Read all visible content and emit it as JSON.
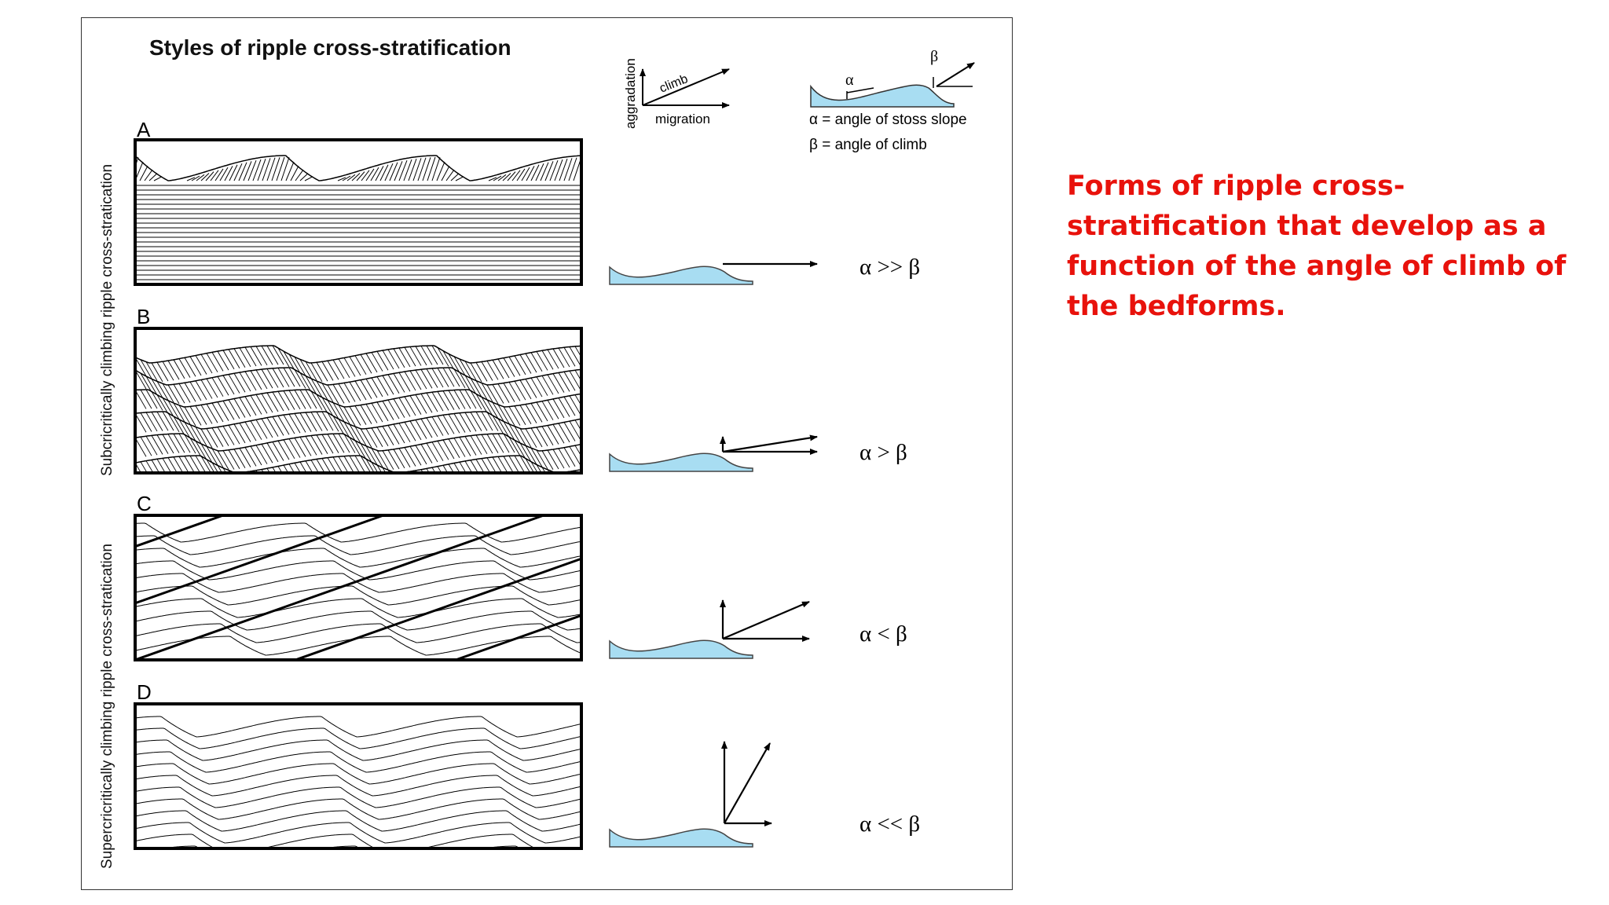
{
  "figure": {
    "title": "Styles of ripple cross-stratification",
    "side_labels": {
      "subcritical": "Subcricritically climbing ripple cross-stratication",
      "supercritical": "Supercricritically climbing ripple cross-stratication"
    },
    "panels": [
      {
        "letter": "A",
        "relation": "α >> β"
      },
      {
        "letter": "B",
        "relation": "α > β"
      },
      {
        "letter": "C",
        "relation": "α < β"
      },
      {
        "letter": "D",
        "relation": "α << β"
      }
    ],
    "key": {
      "aggradation": "aggradation",
      "climb": "climb",
      "migration": "migration",
      "alpha": "α",
      "beta": "β",
      "alpha_def": "α = angle of stoss slope",
      "beta_def": "β = angle of climb"
    }
  },
  "caption": "Forms of ripple cross-stratification that develop as a function of the angle of climb of the bedforms.",
  "colors": {
    "caption": "#e8120c",
    "bedform_fill": "#a8ddf2",
    "line": "#000000"
  }
}
